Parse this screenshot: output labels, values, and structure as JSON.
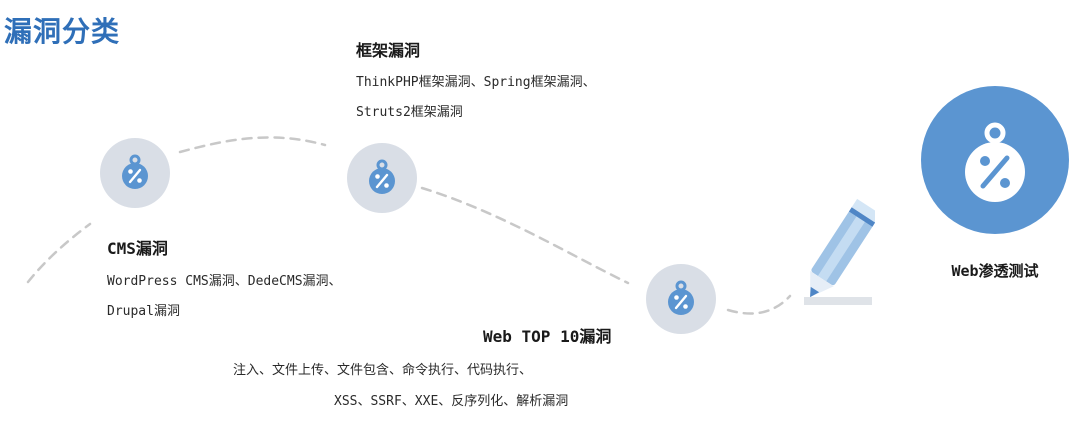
{
  "page_title": "漏洞分类",
  "stages": [
    {
      "id": "cms",
      "heading": "CMS漏洞",
      "lines": [
        "WordPress CMS漏洞、DedeCMS漏洞、",
        "Drupal漏洞"
      ],
      "icon": "percent-bag-icon"
    },
    {
      "id": "framework",
      "heading": "框架漏洞",
      "lines": [
        "ThinkPHP框架漏洞、Spring框架漏洞、",
        "Struts2框架漏洞"
      ],
      "icon": "percent-bag-icon"
    },
    {
      "id": "web-top10",
      "heading": "Web TOP 10漏洞",
      "lines": [
        "注入、文件上传、文件包含、命令执行、代码执行、",
        "XSS、SSRF、XXE、反序列化、解析漏洞"
      ],
      "icon": "percent-bag-icon"
    }
  ],
  "goal": {
    "label": "Web渗透测试",
    "icon": "percent-bag-icon"
  },
  "decoration": {
    "pencil_icon": "pencil-icon"
  },
  "colors": {
    "title": "#2f6fb8",
    "accent_blue": "#5b95d1",
    "node_fill": "#d9dee6",
    "path": "#c8c8c8"
  }
}
